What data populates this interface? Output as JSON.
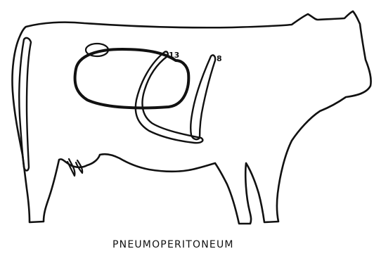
{
  "figure": {
    "caption": "PNEUMOPERITONEUM",
    "labels": {
      "rib_13": "13",
      "rib_8": "8"
    }
  },
  "colors": {
    "background": "#ffffff",
    "ink": "#111111"
  }
}
